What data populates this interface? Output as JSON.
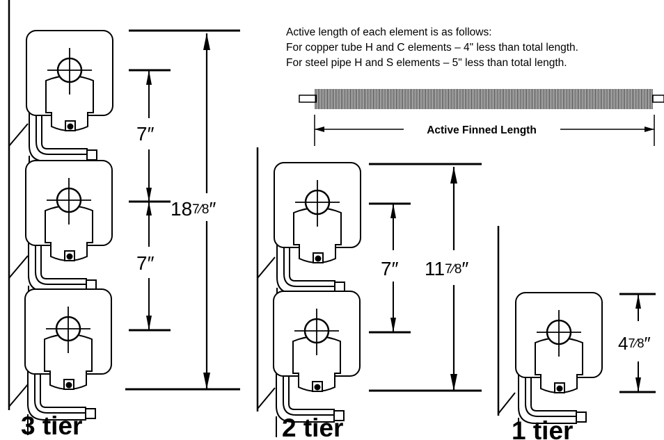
{
  "notes": {
    "title": "Active length of each element is as follows:",
    "line1": "For copper tube H and C elements – 4\" less than total length.",
    "line2": "For steel pipe H and S elements – 5\" less than total length."
  },
  "fin": {
    "label": "Active Finned Length"
  },
  "tiers": {
    "three": {
      "label": "3 tier",
      "spacing_upper": "7″",
      "spacing_lower": "7″",
      "total_whole": "18",
      "total_frac": "7⁄8",
      "total_unit": "″"
    },
    "two": {
      "label": "2 tier",
      "spacing": "7″",
      "total_whole": "11",
      "total_frac": "7⁄8",
      "total_unit": "″"
    },
    "one": {
      "label": "1 tier",
      "total_whole": "4",
      "total_frac": "7⁄8",
      "total_unit": "″"
    }
  },
  "colors": {
    "ink": "#000000",
    "background": "#ffffff"
  }
}
